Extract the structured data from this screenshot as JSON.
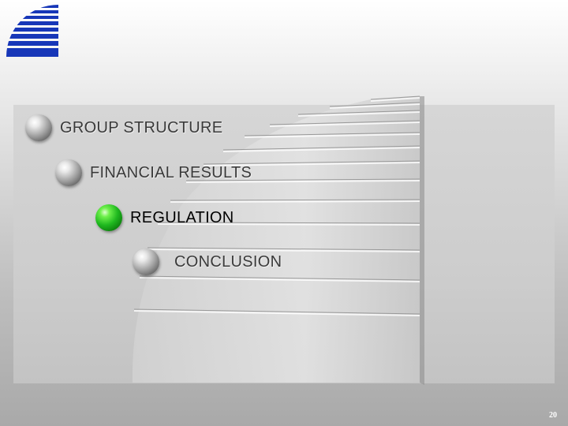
{
  "logo": {
    "icon": "striped-half-circle-logo",
    "color": "#1737b8"
  },
  "menu": {
    "items": [
      {
        "label": "GROUP STRUCTURE",
        "active": false
      },
      {
        "label": "FINANCIAL RESULTS",
        "active": false
      },
      {
        "label": "REGULATION",
        "active": true
      },
      {
        "label": "CONCLUSION",
        "active": false
      }
    ]
  },
  "colors": {
    "active_ball": "#1fb81f",
    "inactive_ball": "#9d9d9d"
  },
  "footer": {
    "page_number": "20"
  }
}
